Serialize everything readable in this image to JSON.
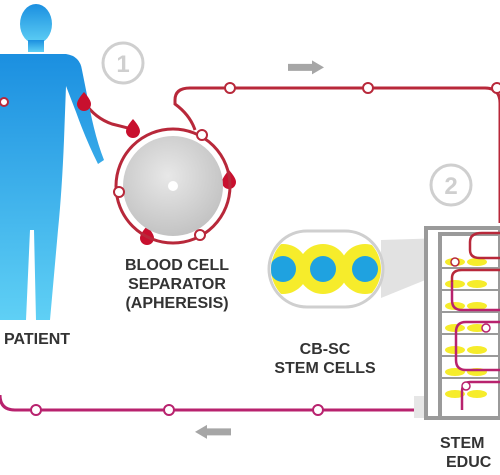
{
  "steps": {
    "one": "1",
    "two": "2"
  },
  "labels": {
    "patient": "PATIENT",
    "separator_line1": "BLOOD CELL",
    "separator_line2": "SEPARATOR",
    "separator_line3": "(APHERESIS)",
    "cells_line1": "CB-SC",
    "cells_line2": "STEM CELLS",
    "educator_line1": "STEM",
    "educator_line2": "EDUC"
  },
  "colors": {
    "red_line": "#b8283a",
    "magenta_line": "#b8226e",
    "blood_drop": "#c8102e",
    "body_gradient_top": "#1b8fe0",
    "body_gradient_bottom": "#5fd0f5",
    "separator_disc": "#d4d4d4",
    "device_frame": "#9a9a9a",
    "cell_yellow": "#f6ec2b",
    "cell_nucleus": "#1fa2e0",
    "step_circle": "#cfcfcf",
    "arrow": "#a6a6a6"
  },
  "icons": [
    "human-body-icon",
    "blood-drop-icon",
    "right-arrow-icon",
    "left-arrow-icon"
  ]
}
